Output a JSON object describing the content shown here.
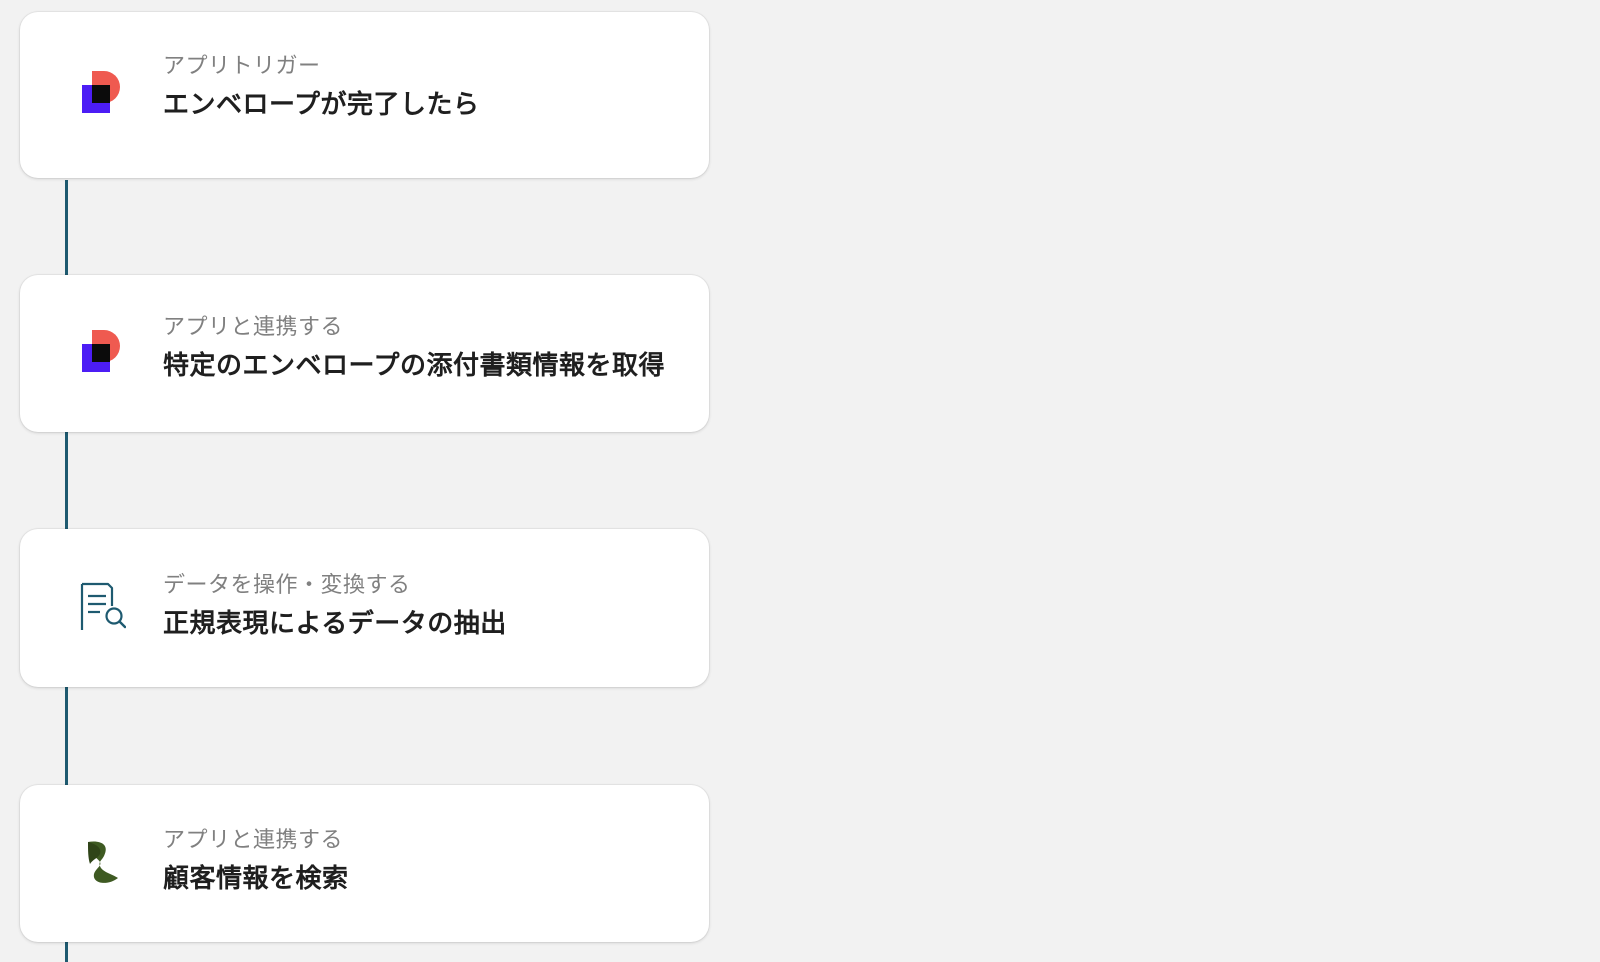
{
  "flow": {
    "steps": [
      {
        "category": "アプリトリガー",
        "title": "エンベロープが完了したら",
        "icon": "docusign-icon"
      },
      {
        "category": "アプリと連携する",
        "title": "特定のエンベロープの添付書類情報を取得",
        "icon": "docusign-icon"
      },
      {
        "category": "データを操作・変換する",
        "title": "正規表現によるデータの抽出",
        "icon": "document-search-icon"
      },
      {
        "category": "アプリと連携する",
        "title": "顧客情報を検索",
        "icon": "crm-s-logo-icon"
      }
    ]
  },
  "colors": {
    "background": "#f2f2f2",
    "connector": "#1e5a70",
    "card": "#ffffff",
    "docusign_red": "#ef5a50",
    "docusign_purple": "#4c1df5",
    "data_icon": "#1e5a70",
    "crm_green": "#3e5a22"
  }
}
